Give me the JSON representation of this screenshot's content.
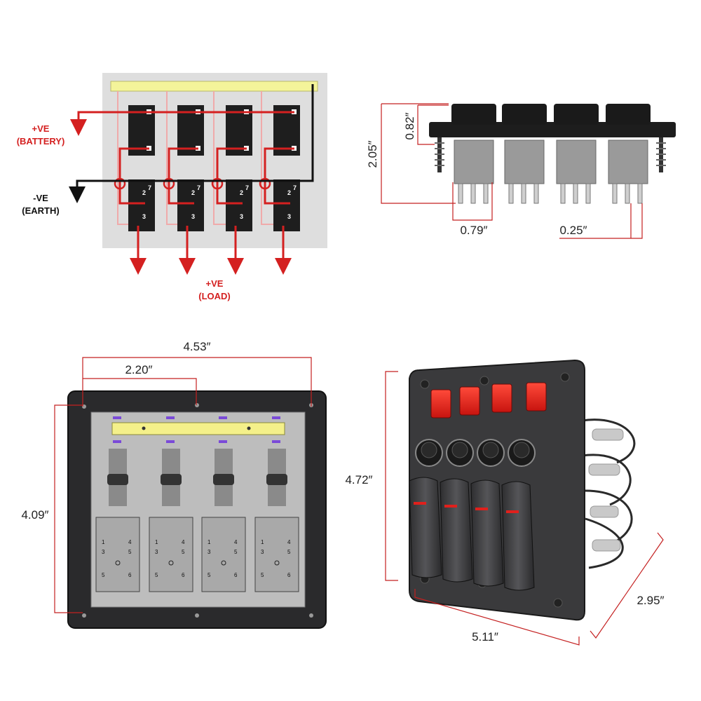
{
  "wiring_diagram": {
    "battery_label_1": "+VE",
    "battery_label_2": "(BATTERY)",
    "earth_label_1": "-VE",
    "earth_label_2": "(EARTH)",
    "load_label_1": "+VE",
    "load_label_2": "(LOAD)",
    "terminal_numbers": [
      "2",
      "7",
      "3"
    ],
    "colors": {
      "positive": "#d42020",
      "negative": "#111111",
      "busbar": "#f4f49a"
    }
  },
  "side_view": {
    "height_total": "2.05″",
    "height_panel": "0.82″",
    "width_switch": "0.79″",
    "terminal_spacing": "0.25″"
  },
  "back_view": {
    "width_total": "4.53″",
    "width_half": "2.20″",
    "height_holes": "4.09″",
    "pin_labels": [
      "1",
      "4",
      "3",
      "5",
      "5",
      "6"
    ]
  },
  "front_view": {
    "height": "4.72″",
    "width": "5.11″",
    "depth": "2.95″",
    "colors": {
      "panel": "#3a3a3c",
      "indicator": "#e0201c",
      "rocker": "#4a4a4c"
    }
  }
}
